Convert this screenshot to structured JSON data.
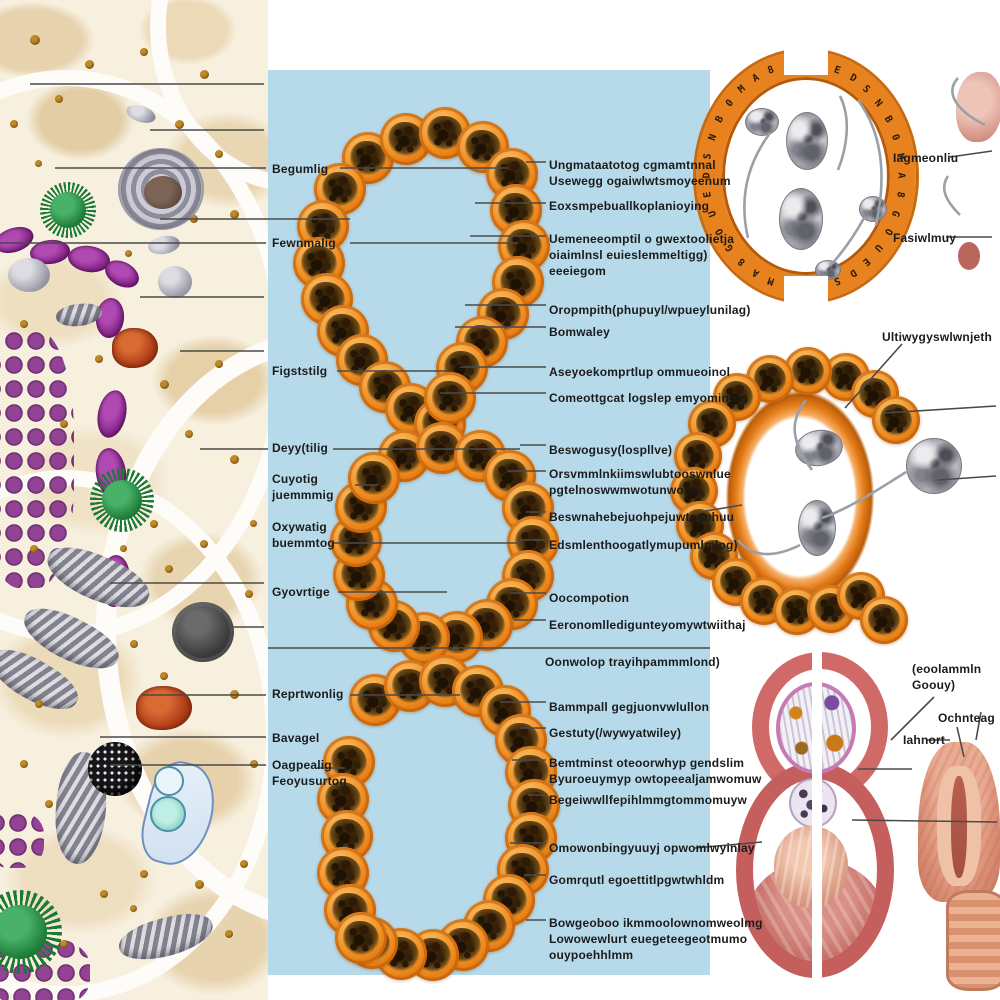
{
  "figure": {
    "description_names": {
      "left": "tissue-cell-collage-illustration",
      "center": "orange-embryo-cell-chains",
      "right_top": "sperm-oocyte-ring-diagram",
      "right_middle": "embryo-cell-ring-diagram",
      "right_bottom_left": "uterus-cross-section-illustration",
      "right_bottom_right": "uterus-frontal-illustration"
    }
  },
  "colors": {
    "panel_bg": "#b7daea",
    "cell_orange": "#e8821e",
    "cell_rim": "#c05f08",
    "leader_line": "#4a4a4a",
    "label_text": "#1b1b1b"
  },
  "left_labels": [
    "Begumlig",
    "Fewnmalig",
    "Figststilg",
    "Deyy(tilig",
    "Cuyotig\njuemmmig",
    "Oxywatig\nbuemmtog",
    "Gyovrtige",
    "Reprtwonlig",
    "Bavagel",
    "Oagpealig\nFeoyusurtog"
  ],
  "mid_labels": [
    "Ungmataatotog cgmamtnnal\nUsewegg ogaiwlwtsmoyeenum",
    "Eoxsmpebuallkoplanioying",
    "Uemeneeomptil o gwextoolietja\noiaimlnsl euieslemmeltigg)\neeeiegom",
    "Oropmpith(phupuyl/wpueylunilag)",
    "Bomwaley",
    "Aseyoekomprtlup ommueoinol",
    "Comeottgcat logslep emyomining",
    "Beswogusy(lospllve)",
    "Orsvmmlnkiimswlubtooswnlue\npgtelnoswwmwotunwopw",
    "Beswnahebejuohpejuwtegohuu",
    "Edsmlenthoogatlymupumlmlog)",
    "Oocompotion",
    "Eeronomlledigunteyomywtwiithaj",
    "Oonwolop trayihpammmlond)",
    "Bammpall gegjuonvwlullon",
    "Gestuty(/wywyatwiley)",
    "Bemtminst oteoorwhyp gendslim\nByuroeuymyp owtopeealjamwomuw",
    "Begeiwwllfepihlmmgtommomuyw",
    "Omowonbingyuuyj opwomlwyinlay",
    "Gomrqutl egoettitlpgwtwhldm",
    "Bowgeoboo ikmmoolownomweolmg\nLowowewlurt euegeteegeotmumo\nouypoehhlmm"
  ],
  "right_labels": [
    "Iagmeonliu",
    "Fasiwlmuy",
    "Ultiwygyswlwnjeth",
    "(eoolammln\nGoouy)",
    "Ochnteag",
    "Iahnort"
  ]
}
